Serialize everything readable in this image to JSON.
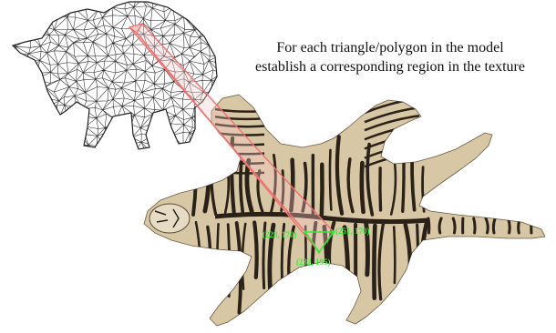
{
  "caption": {
    "line1": "For each triangle/polygon in the model",
    "line2": "establish a corresponding region in the texture"
  },
  "texture_coordinates": [
    {
      "label": "(228, 170)"
    },
    {
      "label": "(251, 170)"
    },
    {
      "label": "(232, 195)"
    }
  ],
  "colors": {
    "mapping_lines": "#f07070",
    "texture_triangle": "#33ee33",
    "mesh_edges": "#222222",
    "pelt_base": "#d8c7a5",
    "pelt_stripes": "#2a2118"
  },
  "icons": {
    "wireframe_model": "triceratops-wireframe-mesh",
    "texture_image": "tiger-skin-rug-texture"
  }
}
